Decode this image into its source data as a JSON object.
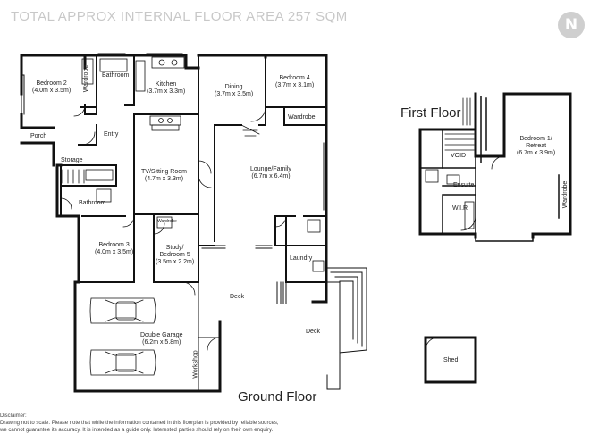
{
  "header": {
    "title": "TOTAL APPROX INTERNAL FLOOR AREA  257 SQM",
    "logo_letter": "N"
  },
  "floors": {
    "ground": "Ground Floor",
    "first": "First Floor"
  },
  "rooms": {
    "bedroom2": [
      "Bedroom 2",
      "(4.0m x 3.5m)"
    ],
    "bathroom_top": "Bathroom",
    "wardrobe_b2": "Wardrobe",
    "kitchen": [
      "Kitchen",
      "(3.7m x 3.3m)"
    ],
    "dining": [
      "Dining",
      "(3.7m x 3.5m)"
    ],
    "bedroom4": [
      "Bedroom 4",
      "(3.7m x 3.1m)"
    ],
    "wardrobe_b4": "Wardrobe",
    "porch": "Porch",
    "entry": "Entry",
    "storage": "Storage",
    "tv_sitting": [
      "TV/Sitting Room",
      "(4.7m x 3.3m)"
    ],
    "lounge_family": [
      "Lounge/Family",
      "(6.7m x 6.4m)"
    ],
    "bathroom_lower": "Bathroom",
    "wardrobe_study": "Wardrobe",
    "bedroom3": [
      "Bedroom 3",
      "(4.0m x 3.5m)"
    ],
    "study": [
      "Study/",
      "Bedroom 5",
      "(3.5m x 2.2m)"
    ],
    "laundry": "Laundry",
    "deck_center": "Deck",
    "deck_right": "Deck",
    "double_garage": [
      "Double Garage",
      "(6.2m x 5.8m)"
    ],
    "workshop": "Workshop",
    "void": "VOID",
    "bedroom1": [
      "Bedroom 1/",
      "Retreat",
      "(6.7m x 3.9m)"
    ],
    "ensuite": "Ensuite",
    "wir": "W.I.R",
    "wardrobe_b1": "Wardrobe",
    "shed": "Shed"
  },
  "disclaimer": {
    "line1": "Disclaimer:",
    "line2": "Drawing not to scale. Please note that while the information contained in this floorplan is provided by reliable sources,",
    "line3": "we cannot guarantee its accuracy. It is intended as a guide only. Interested parties should rely on their own enquiry."
  }
}
